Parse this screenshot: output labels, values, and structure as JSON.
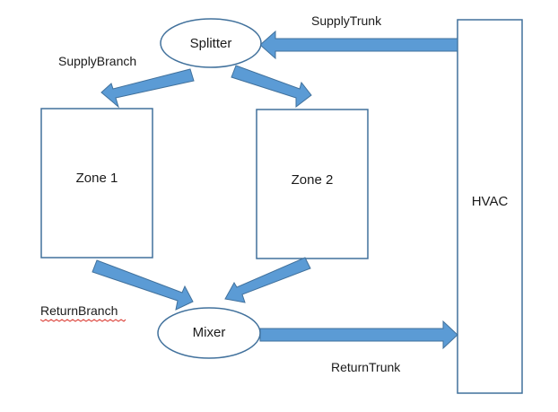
{
  "nodes": {
    "splitter": "Splitter",
    "mixer": "Mixer",
    "zone1": "Zone 1",
    "zone2": "Zone 2",
    "hvac": "HVAC"
  },
  "edges": {
    "supply_trunk": "SupplyTrunk",
    "supply_branch": "SupplyBranch",
    "return_branch": "ReturnBranch",
    "return_trunk": "ReturnTrunk"
  },
  "colors": {
    "arrow_fill": "#5b9bd5",
    "arrow_outline": "#41719c",
    "shape_outline": "#41719c",
    "spellcheck_underline": "#d9342b"
  }
}
